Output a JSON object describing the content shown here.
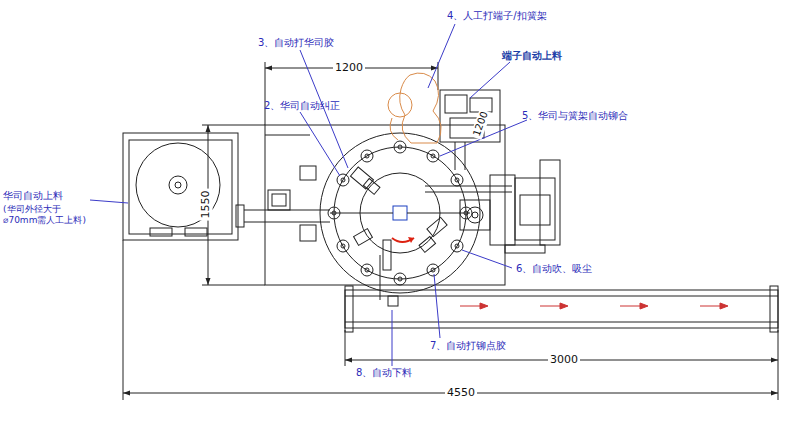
{
  "diagram": {
    "labels": [
      "4、人工打端子/扣簧架",
      "3、自动打华司胶",
      "1200",
      "端子自动上料",
      "2、华司自动纠正",
      "5、华司与簧架自动铆合",
      "1200",
      "华司自动上料",
      "(华司外径大于 ⌀70mm需人工上料)",
      "1550",
      "6、自动吹、吸尘",
      "7、自动打铆点胶",
      "3000",
      "8、自动下料",
      "4550"
    ]
  }
}
